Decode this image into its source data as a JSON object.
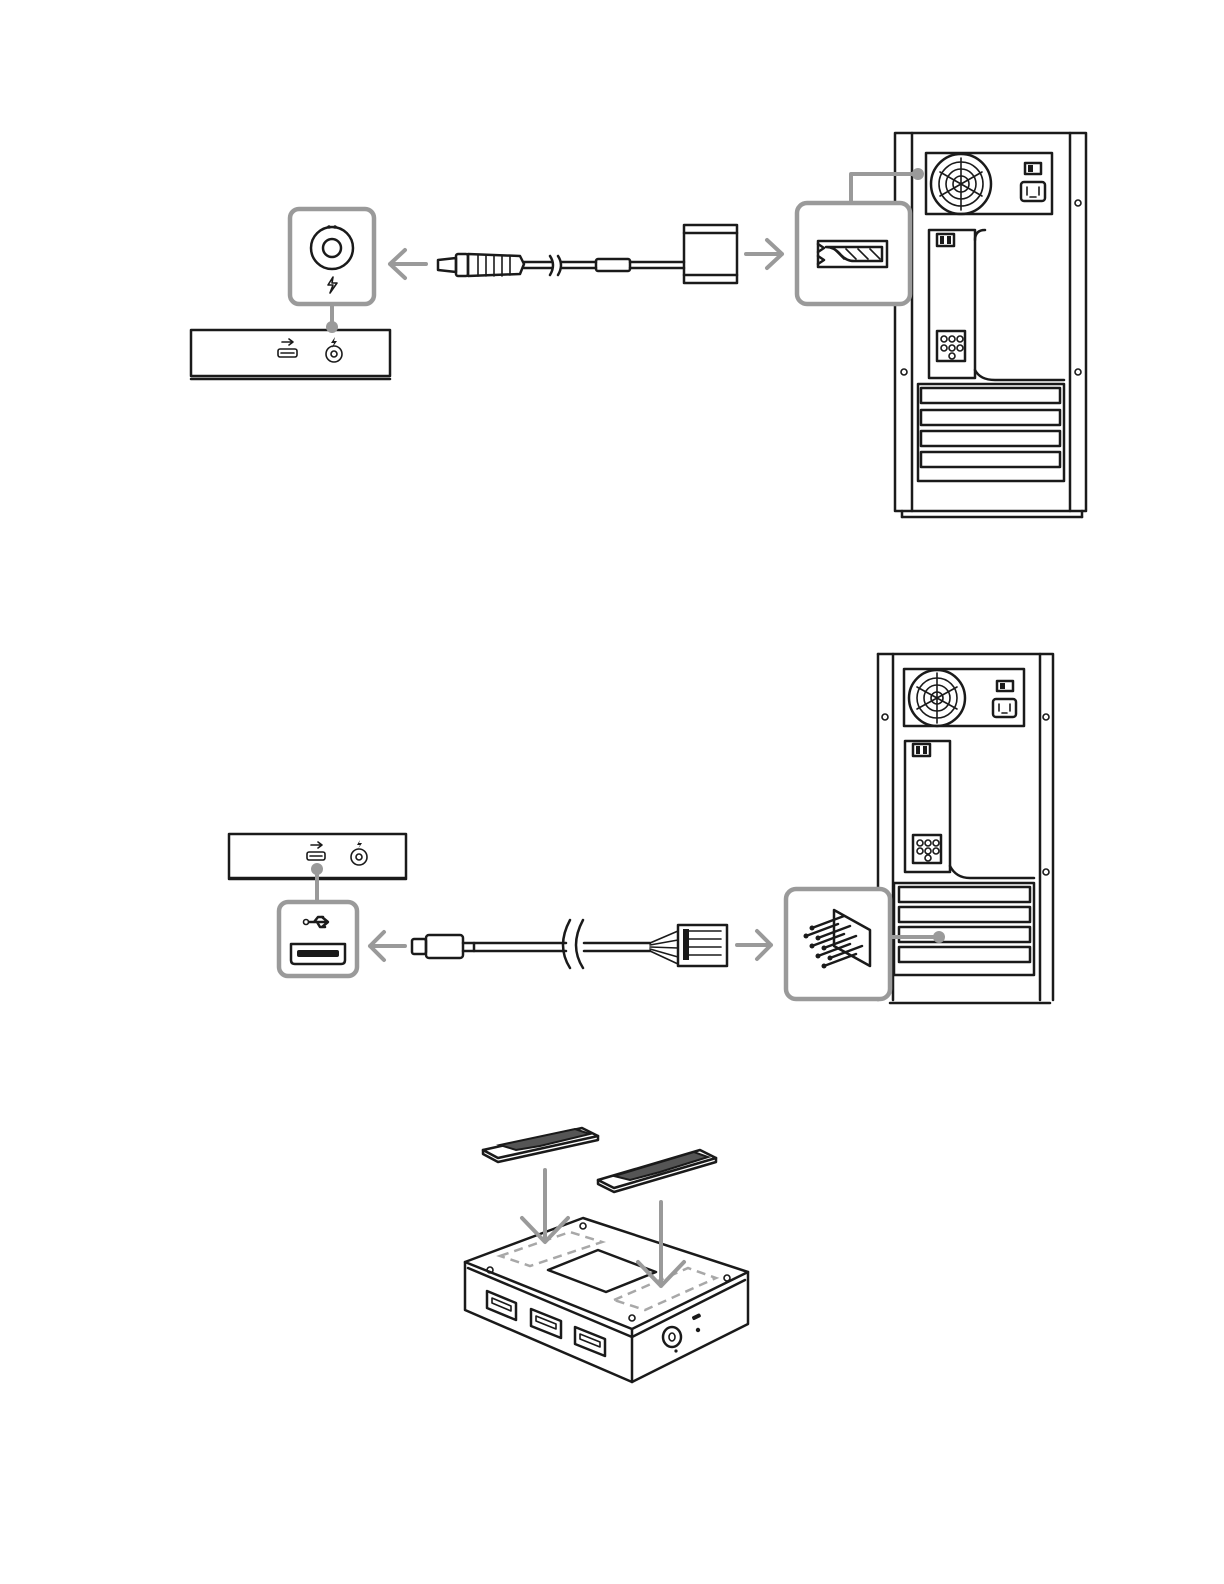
{
  "figures": [
    {
      "id": "molex-power-connection"
    },
    {
      "id": "usb-header-connection"
    },
    {
      "id": "adhesive-pad-mounting"
    }
  ],
  "colors": {
    "line": "#1a1a1a",
    "callout": "#9a9a9a",
    "background": "#ffffff"
  },
  "icons": [
    "usb-icon",
    "lightning-icon",
    "fan-icon",
    "power-socket-icon",
    "arrow-left-icon",
    "arrow-right-icon",
    "arrow-down-icon"
  ]
}
